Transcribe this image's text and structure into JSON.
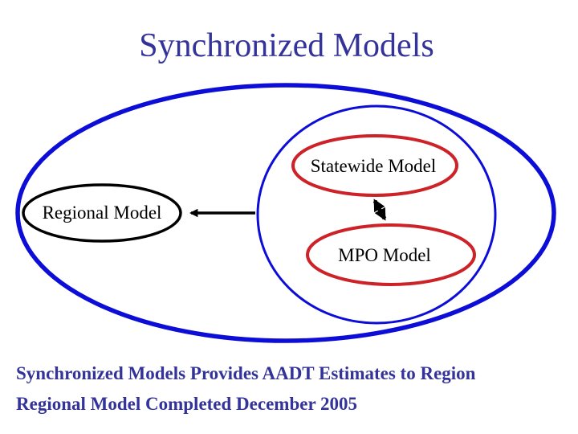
{
  "slide": {
    "title": "Synchronized Models",
    "footer": {
      "line1": "Synchronized Models Provides AADT Estimates to Region",
      "line2": "Regional Model Completed December 2005"
    }
  },
  "diagram": {
    "labels": {
      "statewide": "Statewide Model",
      "mpo": "MPO Model",
      "regional": "Regional Model"
    }
  },
  "colors": {
    "heading_text": "#333399",
    "label_text": "#000000",
    "ellipse_blue": "#0d0dd8",
    "ellipse_red": "#cc2228",
    "ellipse_black": "#000000",
    "connector_black": "#000000",
    "background": "#ffffff"
  }
}
